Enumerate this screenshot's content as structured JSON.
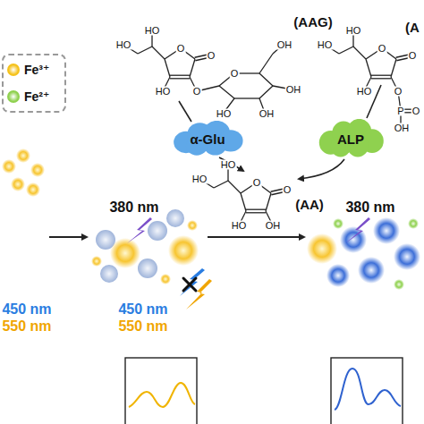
{
  "diagram": {
    "nodes": [
      {
        "text": [
          "α-Glu"
        ]
      },
      {
        "text": [
          "ALP"
        ]
      }
    ],
    "labels": [
      "(AAG)",
      "(A",
      "(AA)",
      "380 nm",
      "450 nm",
      "550 nm",
      "450 nm",
      "550 nm",
      "380 nm",
      "O",
      "O",
      "HO",
      "O",
      "HO",
      "HO",
      "O",
      "OH",
      "OH",
      "HO",
      "OH",
      "O",
      "O",
      "HO",
      "O",
      "HO",
      "HO",
      "P",
      "O",
      "OH",
      "O",
      "O",
      "HO",
      "OH",
      "HO",
      "HO"
    ],
    "legend": [
      {
        "text": "Fe³⁺",
        "color": "#f5c21b"
      },
      {
        "text": "Fe²⁺",
        "color": "#8fd14f"
      }
    ]
  }
}
